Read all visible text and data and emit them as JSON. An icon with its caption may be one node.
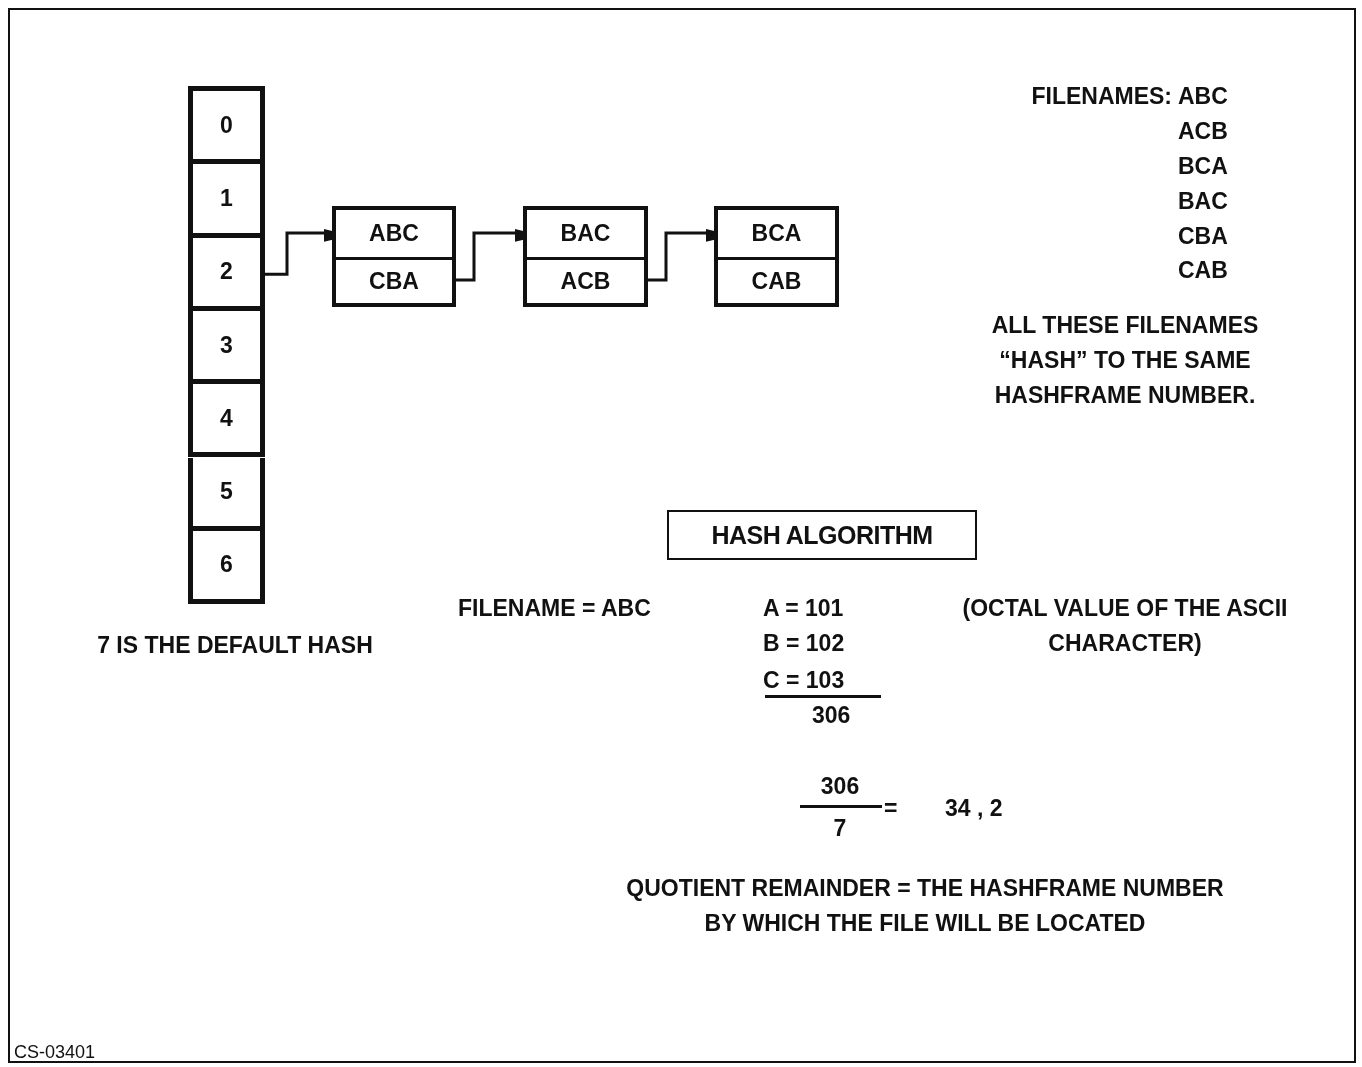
{
  "diagram": {
    "nodes": [
      {
        "text": [
          "0"
        ]
      },
      {
        "text": [
          "1"
        ]
      },
      {
        "text": [
          "2"
        ]
      },
      {
        "text": [
          "3"
        ]
      },
      {
        "text": [
          "4"
        ]
      },
      {
        "text": [
          "5"
        ]
      },
      {
        "text": [
          "6"
        ]
      },
      {
        "text": [],
        "shape": "box"
      },
      {
        "text": [
          "ABC"
        ],
        "in": 7
      },
      {
        "text": [
          "CBA"
        ],
        "in": 7
      },
      {
        "text": [],
        "shape": "box"
      },
      {
        "text": [
          "BAC"
        ],
        "in": 10
      },
      {
        "text": [
          "ACB"
        ],
        "in": 10
      },
      {
        "text": [],
        "shape": "box"
      },
      {
        "text": [
          "BCA"
        ],
        "in": 13
      },
      {
        "text": [
          "CAB"
        ],
        "in": 13
      },
      {
        "text": [
          "HASH ALGORITHM"
        ]
      }
    ],
    "edges": [
      {
        "from": 2,
        "to": 7,
        "arrow": "to"
      },
      {
        "from": 9,
        "to": 10,
        "arrow": "to"
      },
      {
        "from": 12,
        "to": 13,
        "arrow": "to"
      }
    ],
    "labels": [
      "FILENAMES:",
      "ABC",
      "ACB",
      "BCA",
      "BAC",
      "CBA",
      "CAB",
      "ALL THESE FILENAMES “HASH” TO THE SAME HASHFRAME NUMBER.",
      "7 IS THE DEFAULT HASH",
      "FILENAME = ABC",
      "A = 101",
      "B = 102",
      "C = 103",
      "306",
      "(OCTAL VALUE OF THE ASCII CHARACTER)",
      "306",
      "7",
      "=",
      "34 , 2",
      "QUOTIENT REMAINDER = THE HASHFRAME NUMBER BY WHICH THE FILE WILL BE LOCATED",
      "CS-03401"
    ]
  }
}
